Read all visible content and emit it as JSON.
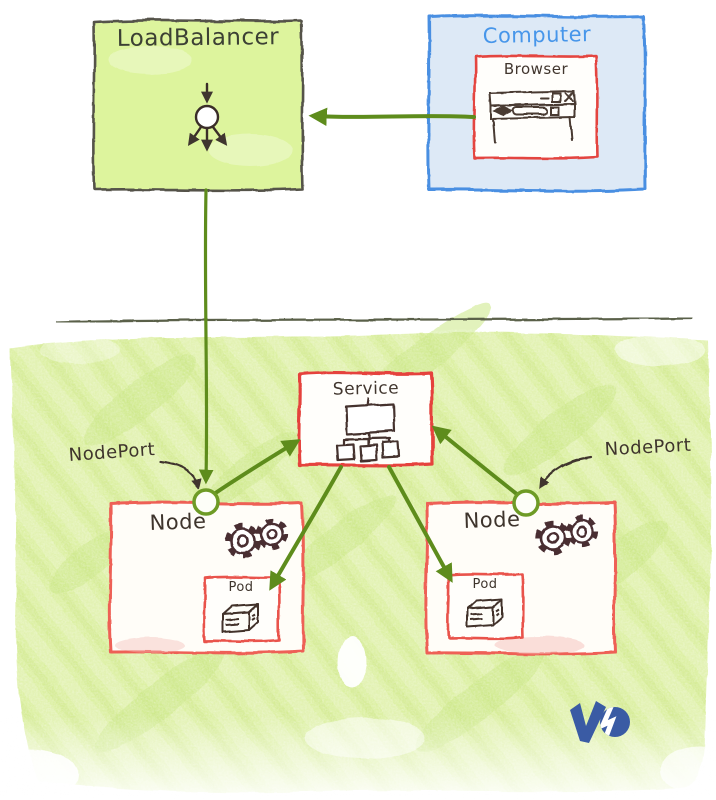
{
  "labels": {
    "loadbalancer": "LoadBalancer",
    "computer": "Computer",
    "browser": "Browser",
    "service": "Service",
    "node_left": "Node",
    "node_right": "Node",
    "pod_left": "Pod",
    "pod_right": "Pod",
    "nodeport_left": "NodePort",
    "nodeport_right": "NodePort"
  },
  "colors": {
    "arrow_green": "#5e8c1c",
    "nodeport_circle_green": "#6e9b26",
    "loadbalancer_fill": "#ddf49d",
    "loadbalancer_border": "#54524a",
    "computer_fill": "#dde9f6",
    "computer_border": "#4a8fe2",
    "computer_text": "#4796ea",
    "red_border": "#e5423c",
    "node_border": "#ee6157",
    "background_green": "#dcf0a2",
    "divider_gray": "#5a6148",
    "ink": "#3e342c",
    "logo_blue": "#3a5ba4"
  }
}
